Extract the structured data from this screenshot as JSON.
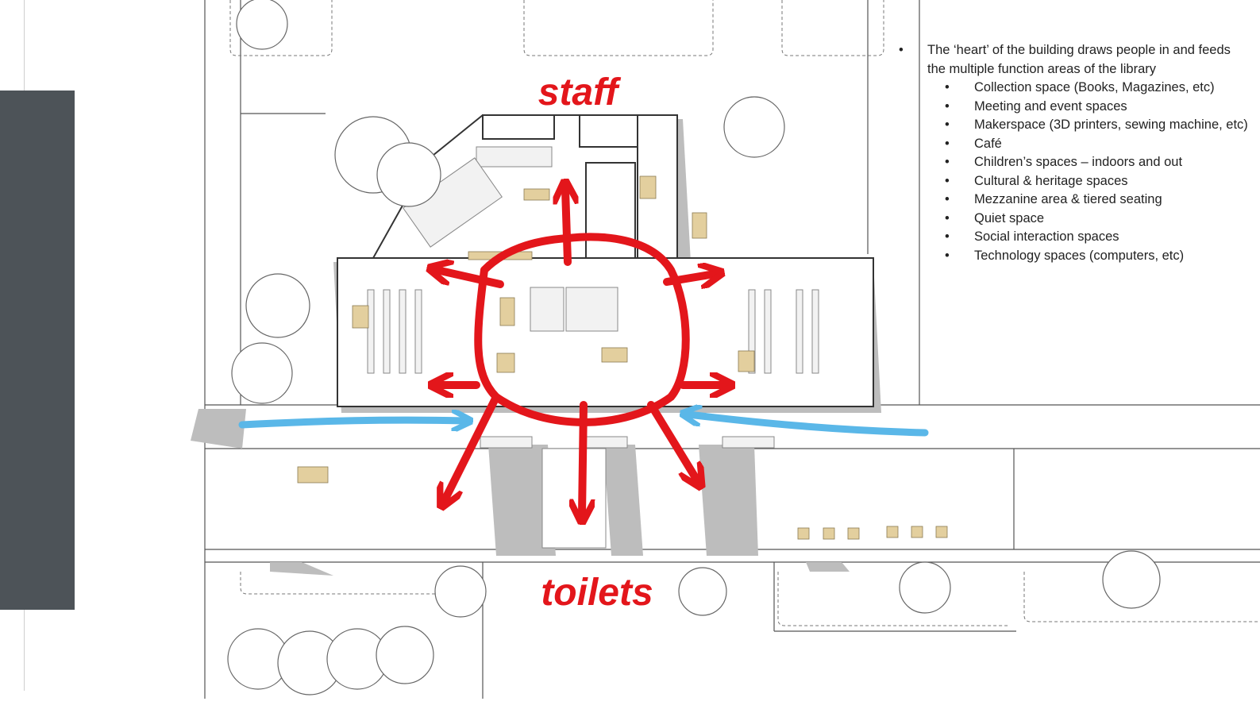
{
  "annotations": {
    "staff_label": "staff",
    "toilets_label": "toilets",
    "colors": {
      "ink": "#e3161b",
      "entry_arrow": "#5ab7e8",
      "sidebar": "#4d5358",
      "shadow": "#bdbdbd",
      "wall": "#333333",
      "furniture": "#e3cf9e"
    }
  },
  "notes": {
    "intro": "The ‘heart’ of the building draws people in and feeds the multiple function areas of the library",
    "items": [
      "Collection space (Books, Magazines, etc)",
      "Meeting and event spaces",
      "Makerspace (3D printers, sewing machine, etc)",
      "Café",
      "Children’s spaces – indoors and out",
      "Cultural & heritage spaces",
      "Mezzanine area & tiered seating",
      "Quiet space",
      "Social interaction spaces",
      "Technology spaces (computers, etc)"
    ]
  }
}
